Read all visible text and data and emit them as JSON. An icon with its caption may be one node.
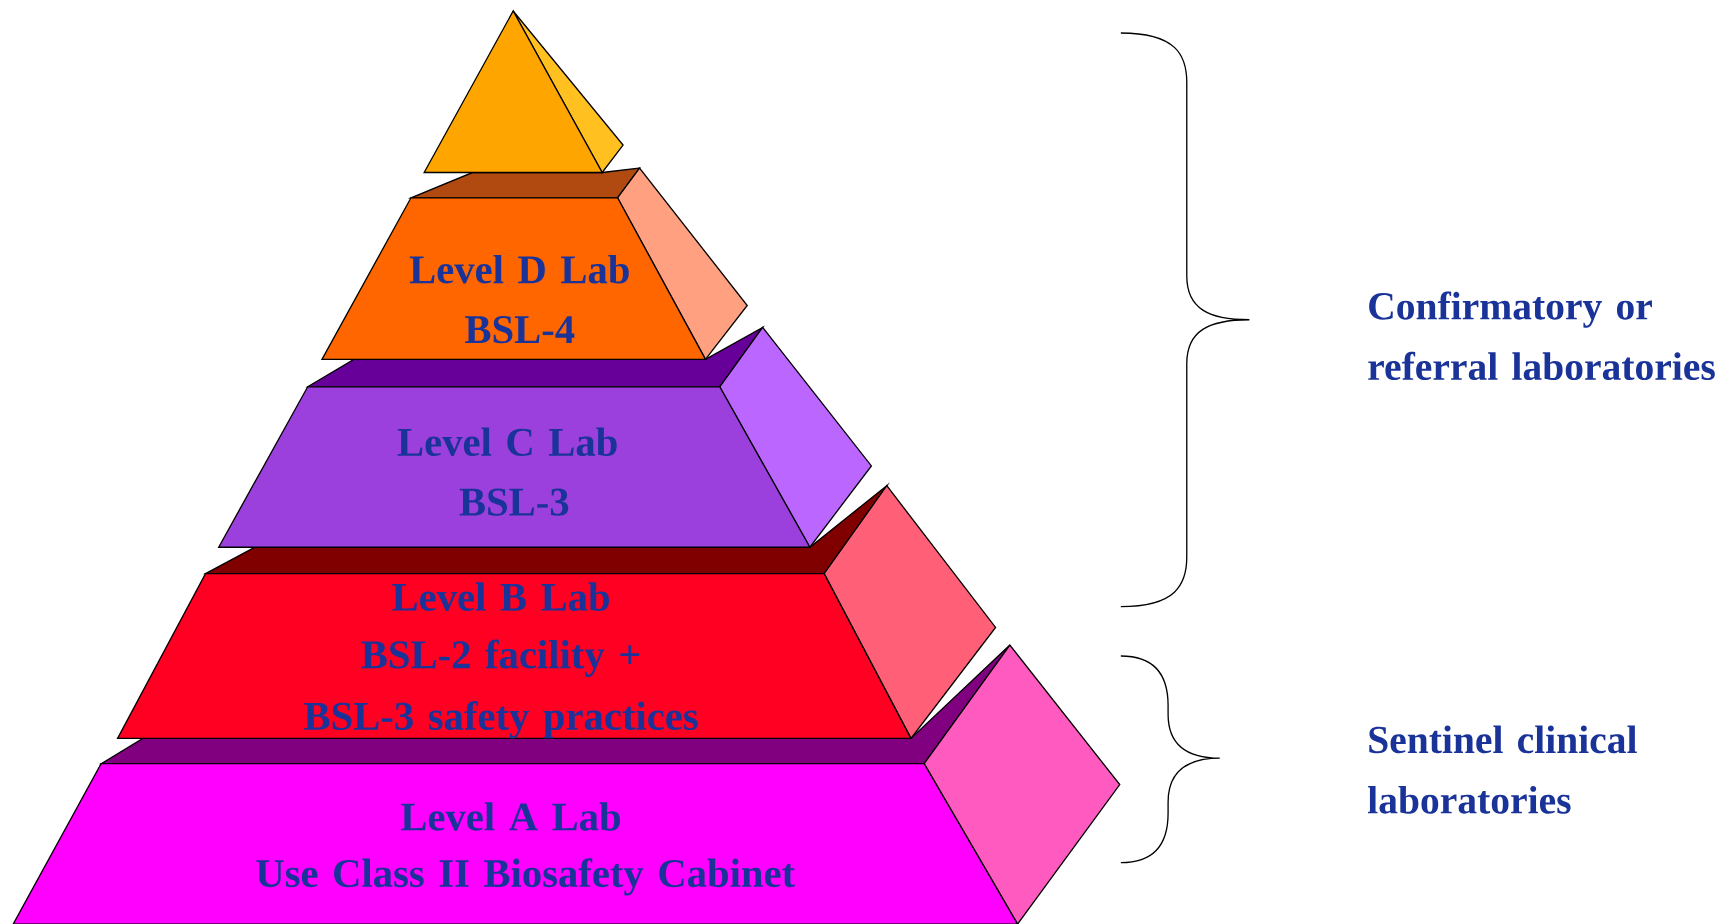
{
  "diagram": {
    "nodes": [
      {
        "text": [],
        "shape": "pyramid"
      },
      {
        "text": [
          "Level D Lab",
          "BSL-4"
        ]
      },
      {
        "text": [
          "Level C Lab",
          "BSL-3"
        ]
      },
      {
        "text": [
          "Level B Lab",
          "BSL-2 facility + BSL-3 safety practices"
        ]
      },
      {
        "text": [
          "Level A Lab",
          "Use Class II Biosafety Cabinet"
        ]
      }
    ],
    "labels": [
      "Confirmatory or referral laboratories",
      "Sentinel clinical laboratories"
    ]
  }
}
